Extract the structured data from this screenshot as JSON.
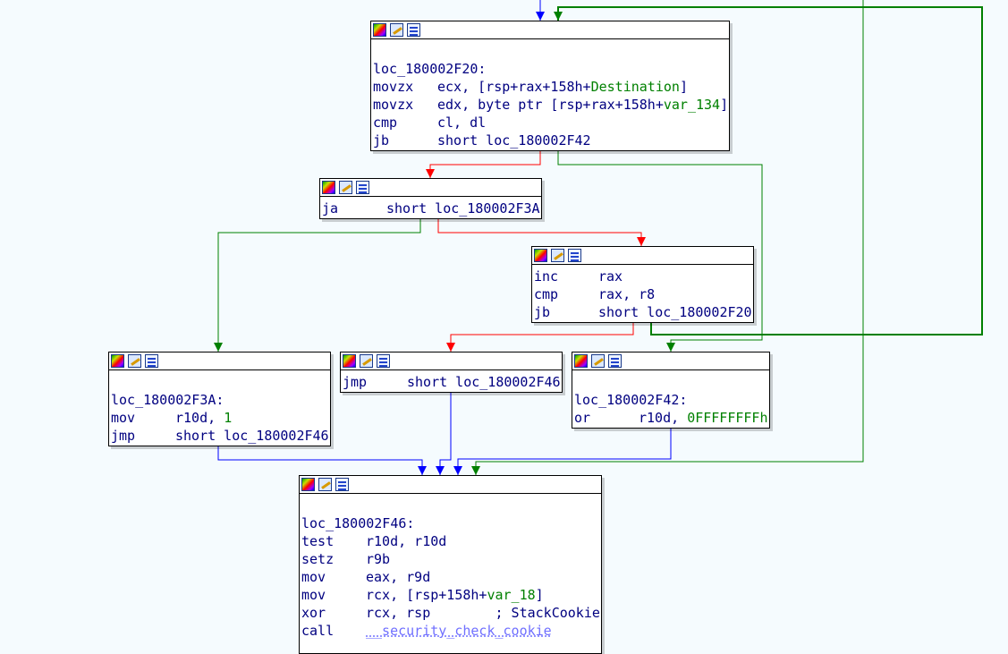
{
  "colors": {
    "background": "#f5fbfe",
    "edge_true": "#008000",
    "edge_false": "#ff0000",
    "edge_uncond": "#0000ff",
    "mnemonic": "#000080",
    "symbol": "#008000"
  },
  "header_icons": [
    "color-palette-icon",
    "edit-pencil-icon",
    "graph-overview-icon"
  ],
  "nodes": {
    "n1": {
      "label": "loc_180002F20:",
      "instructions": [
        {
          "mn": "movzx",
          "op": [
            "ecx, [rsp+rax+158h+",
            {
              "g": "Destination"
            },
            "]"
          ]
        },
        {
          "mn": "movzx",
          "op": [
            "edx, byte ptr [rsp+rax+158h+",
            {
              "g": "var_134"
            },
            "]"
          ]
        },
        {
          "mn": "cmp",
          "op": [
            "cl, dl"
          ]
        },
        {
          "mn": "jb",
          "op": [
            "short loc_180002F42"
          ]
        }
      ]
    },
    "n2": {
      "instructions": [
        {
          "mn": "ja",
          "op": [
            "short loc_180002F3A"
          ]
        }
      ]
    },
    "n3": {
      "instructions": [
        {
          "mn": "inc",
          "op": [
            "rax"
          ]
        },
        {
          "mn": "cmp",
          "op": [
            "rax, r8"
          ]
        },
        {
          "mn": "jb",
          "op": [
            "short loc_180002F20"
          ]
        }
      ]
    },
    "n4": {
      "label": "loc_180002F3A:",
      "instructions": [
        {
          "mn": "mov",
          "op": [
            "r10d, ",
            {
              "g": "1"
            }
          ]
        },
        {
          "mn": "jmp",
          "op": [
            "short loc_180002F46"
          ]
        }
      ]
    },
    "n5": {
      "instructions": [
        {
          "mn": "jmp",
          "op": [
            "short loc_180002F46"
          ]
        }
      ]
    },
    "n6": {
      "label": "loc_180002F42:",
      "instructions": [
        {
          "mn": "or",
          "op": [
            "r10d, ",
            {
              "g": "0FFFFFFFFh"
            }
          ]
        }
      ]
    },
    "n7": {
      "label": "loc_180002F46:",
      "instructions": [
        {
          "mn": "test",
          "op": [
            "r10d, r10d"
          ]
        },
        {
          "mn": "setz",
          "op": [
            "r9b"
          ]
        },
        {
          "mn": "mov",
          "op": [
            "eax, r9d"
          ]
        },
        {
          "mn": "mov",
          "op": [
            "rcx, [rsp+158h+",
            {
              "g": "var_18"
            },
            "]"
          ]
        },
        {
          "mn": "xor",
          "op": [
            "rcx, rsp"
          ],
          "comment": "; StackCookie"
        },
        {
          "mn": "call",
          "op": [
            {
              "fn": "__security_check_cookie"
            }
          ]
        }
      ]
    }
  }
}
